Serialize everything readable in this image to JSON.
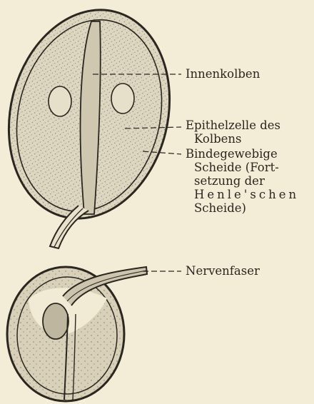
{
  "figure": {
    "labels": {
      "innenkolben": "Innenkolben",
      "epithelzelle_line1": "Epithelzelle des",
      "epithelzelle_line2": "Kolbens",
      "bindegewebige_line1": "Bindegewebige",
      "bindegewebige_line2": "Scheide (Fort-",
      "bindegewebige_line3": "setzung der",
      "bindegewebige_line4": "Henle'schen",
      "bindegewebige_line5": "Scheide)",
      "nervenfaser": "Nervenfaser"
    },
    "colors": {
      "paper": "#f3ecd6",
      "ink": "#2a2620",
      "fill": "#ddd6c0"
    }
  }
}
